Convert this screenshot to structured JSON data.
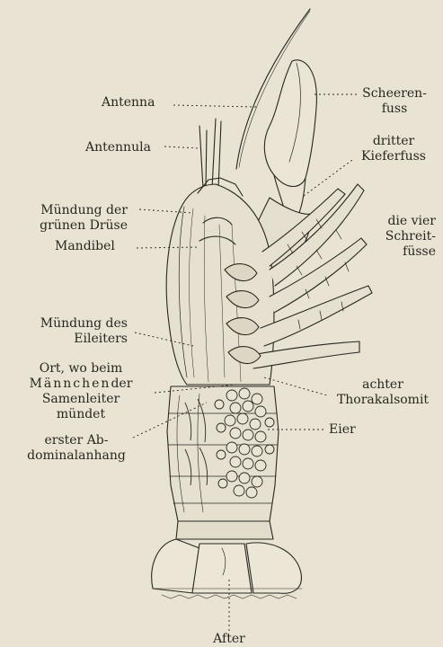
{
  "labels": {
    "antenna": "Antenna",
    "antennula": "Antennula",
    "muendung_druese_1": "Mündung der",
    "muendung_druese_2": "grünen Drüse",
    "mandibel": "Mandibel",
    "muendung_eileiter_1": "Mündung des",
    "muendung_eileiter_2": "Eileiters",
    "ort_1": "Ort, wo beim",
    "ort_2a": "Männchen",
    "ort_2b": "der",
    "ort_3": "Samenleiter",
    "ort_4": "mündet",
    "abdominal_1": "erster Ab-",
    "abdominal_2": "dominalanhang",
    "scheeren_1": "Scheeren-",
    "scheeren_2": "fuss",
    "kieferfuss_1": "dritter",
    "kieferfuss_2": "Kieferfuss",
    "schreit_1": "die vier",
    "schreit_2": "Schreit-",
    "schreit_3": "füsse",
    "thorakal_1": "achter",
    "thorakal_2": "Thorakalsomit",
    "eier": "Eier",
    "after": "After"
  },
  "colors": {
    "paper": "#e9e3d4",
    "ink": "#2a261f"
  }
}
